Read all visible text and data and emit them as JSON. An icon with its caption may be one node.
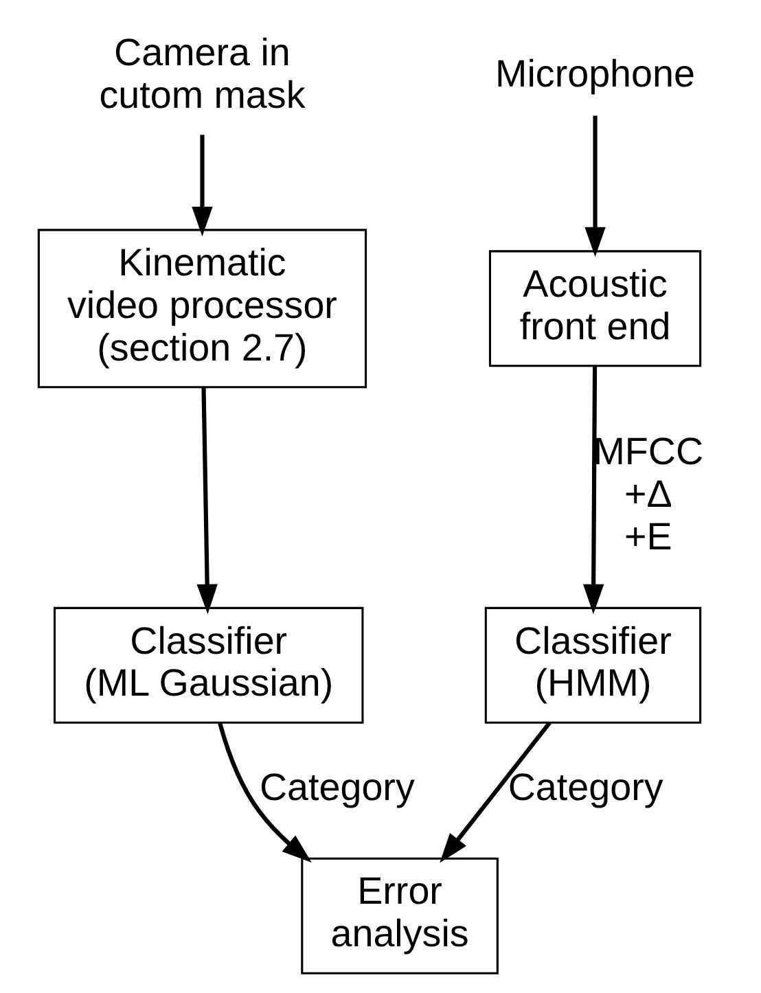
{
  "diagram": {
    "nodes": [
      {
        "text": [
          "Camera in cutom mask"
        ]
      },
      {
        "text": [
          "Microphone"
        ]
      },
      {
        "text": [
          "Kinematic video processor (section 2.7)"
        ]
      },
      {
        "text": [
          "Acoustic front end"
        ]
      },
      {
        "text": [
          "Classifier (ML Gaussian)"
        ]
      },
      {
        "text": [
          "Classifier (HMM)"
        ]
      },
      {
        "text": [
          "Error analysis"
        ]
      }
    ],
    "edges": [
      {
        "from": 0,
        "to": 2,
        "arrow": "to"
      },
      {
        "from": 1,
        "to": 3,
        "arrow": "to"
      },
      {
        "from": 2,
        "to": 4,
        "arrow": "to"
      },
      {
        "from": 3,
        "to": 5,
        "arrow": "to",
        "label": "MFCC +Δ +E"
      },
      {
        "from": 4,
        "to": 6,
        "arrow": "to",
        "label": "Category"
      },
      {
        "from": 5,
        "to": 6,
        "arrow": "to",
        "label": "Category"
      }
    ]
  }
}
